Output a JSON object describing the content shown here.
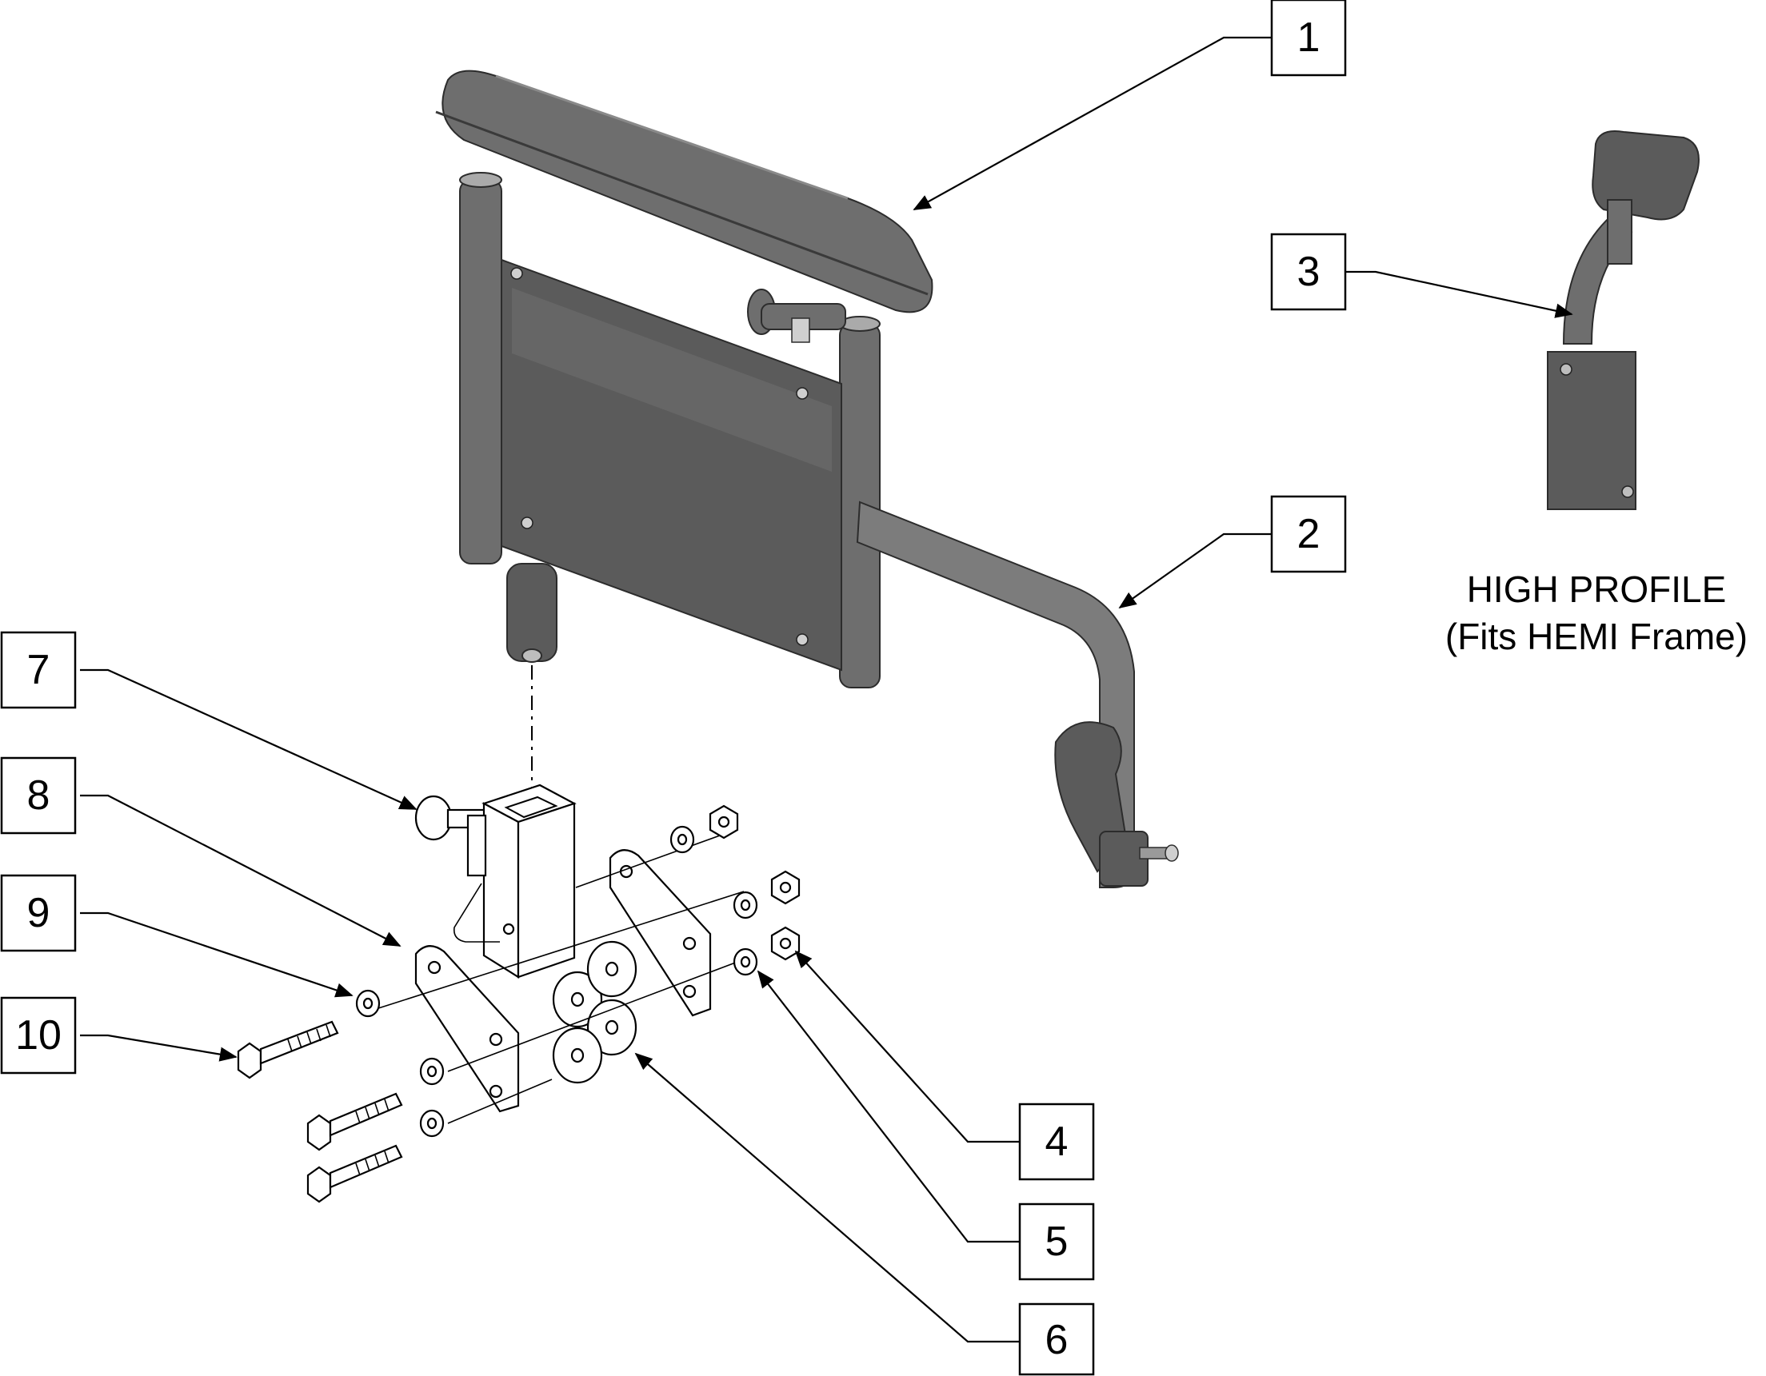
{
  "callouts": [
    {
      "id": "1",
      "label": "1"
    },
    {
      "id": "2",
      "label": "2"
    },
    {
      "id": "3",
      "label": "3"
    },
    {
      "id": "4",
      "label": "4"
    },
    {
      "id": "5",
      "label": "5"
    },
    {
      "id": "6",
      "label": "6"
    },
    {
      "id": "7",
      "label": "7"
    },
    {
      "id": "8",
      "label": "8"
    },
    {
      "id": "9",
      "label": "9"
    },
    {
      "id": "10",
      "label": "10"
    }
  ],
  "inset": {
    "caption_line1": "HIGH PROFILE",
    "caption_line2": "(Fits HEMI Frame)"
  },
  "colors": {
    "part_fill": "#5b5b5b",
    "outline": "#000000",
    "background": "#ffffff"
  }
}
